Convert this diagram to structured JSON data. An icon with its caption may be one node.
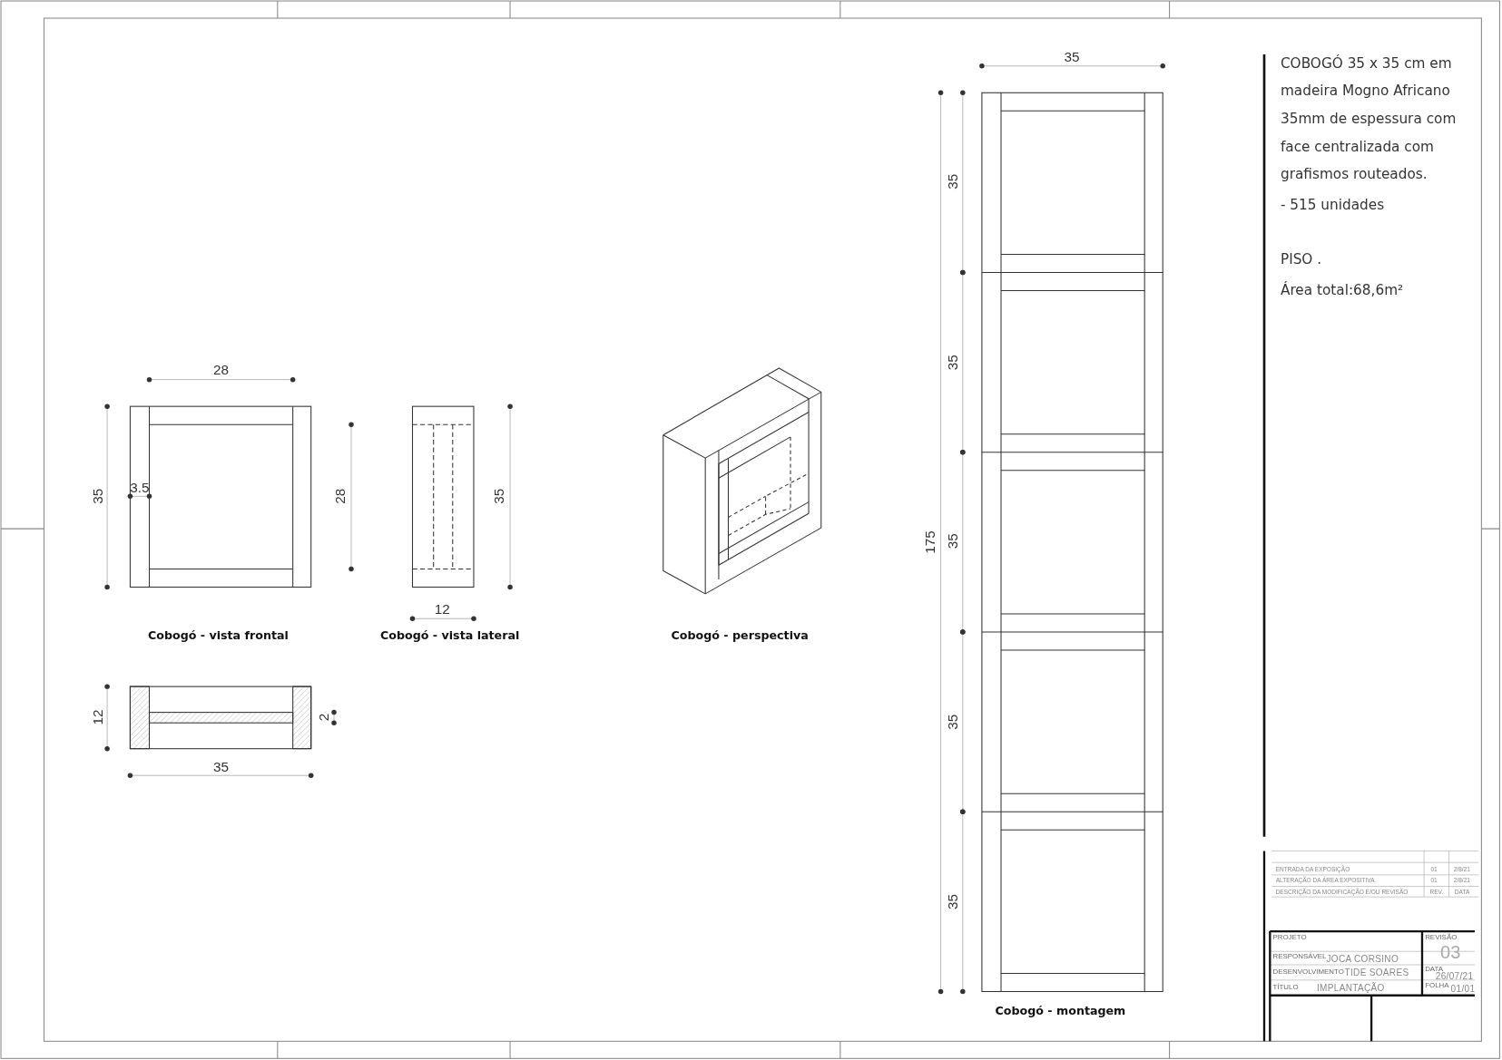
{
  "diagram": {
    "labels": [
      "28",
      "35",
      "3.5",
      "28",
      "35",
      "12",
      "Cobogó - vista frontal",
      "Cobogó - vista lateral",
      "Cobogó - perspectiva",
      "12",
      "2",
      "35",
      "35",
      "175",
      "35",
      "35",
      "35",
      "35",
      "35",
      "Cobogó - montagem",
      "COBOGÓ 35 x 35 cm em madeira Mogno Africano 35mm de espessura com face centralizada com grafismos routeados.",
      "- 515 unidades",
      "PISO .",
      "Área total:68,6m²",
      "ENTRADA DA EXPOSIÇÃO",
      "01",
      "2/8/21",
      "ALTERAÇÃO DA ÁREA EXPOSITIVA",
      "01",
      "2/8/21",
      "DESCRIÇÃO DA MODIFICAÇÃO E/OU REVISÃO",
      "REV.",
      "DATA",
      "PROJETO",
      "REVISÃO",
      "03",
      "RESPONSÁVEL",
      "JOCA CORSINO",
      "DESENVOLVIMENTO",
      "TIDE SOARES",
      "DATA",
      "26/07/21",
      "TÍTULO",
      "IMPLANTAÇÃO",
      "FOLHA",
      "01/01"
    ]
  }
}
